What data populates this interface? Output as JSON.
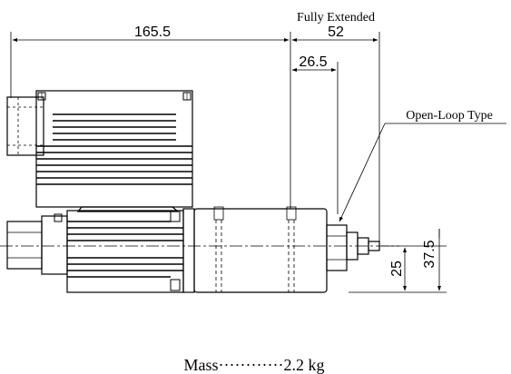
{
  "dimensions": {
    "overall_length": "165.5",
    "extension_label": "Fully Extended",
    "extension_value": "52",
    "spacing_value": "26.5",
    "height_center": "25",
    "height_total": "37.5"
  },
  "callout": {
    "label": "Open-Loop Type"
  },
  "mass": {
    "text": "Mass············2.2 kg"
  },
  "colors": {
    "line": "#000000",
    "background": "#ffffff"
  }
}
